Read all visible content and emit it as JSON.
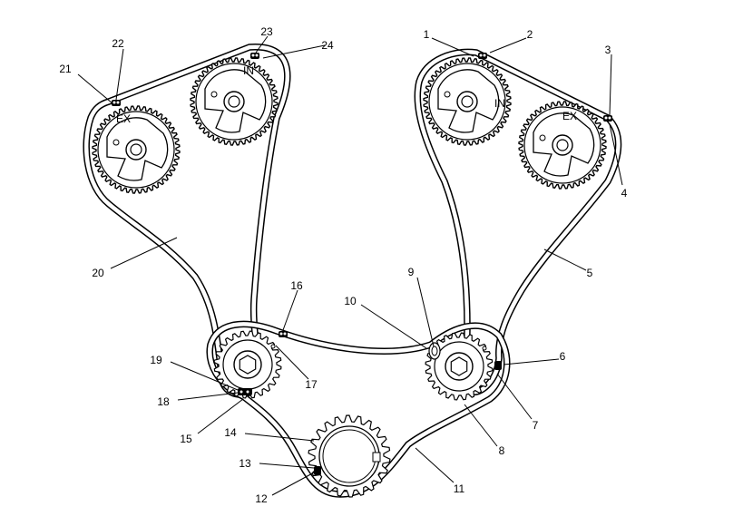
{
  "diagram": {
    "callouts": [
      {
        "id": "c1",
        "text": "1"
      },
      {
        "id": "c2",
        "text": "2"
      },
      {
        "id": "c3",
        "text": "3"
      },
      {
        "id": "c4",
        "text": "4"
      },
      {
        "id": "c5",
        "text": "5"
      },
      {
        "id": "c6",
        "text": "6"
      },
      {
        "id": "c7",
        "text": "7"
      },
      {
        "id": "c8",
        "text": "8"
      },
      {
        "id": "c9",
        "text": "9"
      },
      {
        "id": "c10",
        "text": "10"
      },
      {
        "id": "c11",
        "text": "11"
      },
      {
        "id": "c12",
        "text": "12"
      },
      {
        "id": "c13",
        "text": "13"
      },
      {
        "id": "c14",
        "text": "14"
      },
      {
        "id": "c15",
        "text": "15"
      },
      {
        "id": "c16",
        "text": "16"
      },
      {
        "id": "c17",
        "text": "17"
      },
      {
        "id": "c18",
        "text": "18"
      },
      {
        "id": "c19",
        "text": "19"
      },
      {
        "id": "c20",
        "text": "20"
      },
      {
        "id": "c21",
        "text": "21"
      },
      {
        "id": "c22",
        "text": "22"
      },
      {
        "id": "c23",
        "text": "23"
      },
      {
        "id": "c24",
        "text": "24"
      }
    ],
    "sprocket_marks": {
      "left_exhaust": "EX",
      "left_intake": "IN",
      "right_intake": "IN",
      "right_exhaust": "EX"
    }
  }
}
